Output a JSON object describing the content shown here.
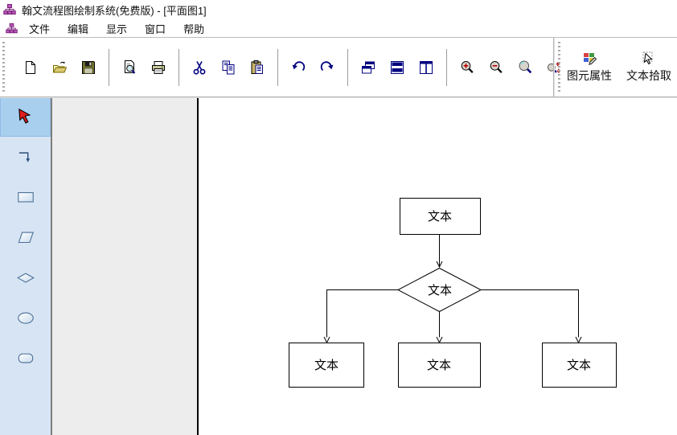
{
  "window": {
    "title": "翰文流程图绘制系统(免费版) - [平面图1]",
    "app_icon": "org-chart-icon"
  },
  "menubar": {
    "doc_icon": "org-chart-icon",
    "items": [
      {
        "label": "文件"
      },
      {
        "label": "编辑"
      },
      {
        "label": "显示"
      },
      {
        "label": "窗口"
      },
      {
        "label": "帮助"
      }
    ]
  },
  "toolbar": {
    "buttons": [
      {
        "name": "new",
        "icon": "new-icon"
      },
      {
        "name": "open",
        "icon": "open-folder-icon"
      },
      {
        "name": "save",
        "icon": "floppy-save-icon"
      },
      {
        "name": "print-preview",
        "icon": "print-preview-icon"
      },
      {
        "name": "print",
        "icon": "printer-icon"
      },
      {
        "name": "cut",
        "icon": "scissors-icon"
      },
      {
        "name": "copy",
        "icon": "copy-icon"
      },
      {
        "name": "paste",
        "icon": "paste-icon"
      },
      {
        "name": "undo",
        "icon": "undo-arrow-icon"
      },
      {
        "name": "redo",
        "icon": "redo-arrow-icon"
      },
      {
        "name": "cascade-windows",
        "icon": "cascade-windows-icon"
      },
      {
        "name": "tile-horizontal",
        "icon": "tile-horizontal-icon"
      },
      {
        "name": "tile-vertical",
        "icon": "tile-vertical-icon"
      },
      {
        "name": "zoom-in",
        "icon": "zoom-in-icon"
      },
      {
        "name": "zoom-out",
        "icon": "zoom-out-icon"
      },
      {
        "name": "zoom",
        "icon": "magnifier-icon"
      },
      {
        "name": "zoom-reset",
        "icon": "zoom-reset-icon"
      }
    ],
    "right_buttons": [
      {
        "label": "图元属性",
        "icon": "element-properties-icon"
      },
      {
        "label": "文本拾取",
        "icon": "text-pickup-icon"
      }
    ]
  },
  "sidebar": {
    "tools": [
      {
        "name": "select",
        "icon": "select-arrow-icon",
        "active": true
      },
      {
        "name": "connector",
        "icon": "connector-icon",
        "active": false
      },
      {
        "name": "rectangle",
        "icon": "rectangle-tool-icon",
        "active": false
      },
      {
        "name": "parallelogram",
        "icon": "parallelogram-tool-icon",
        "active": false
      },
      {
        "name": "diamond",
        "icon": "diamond-tool-icon",
        "active": false
      },
      {
        "name": "ellipse",
        "icon": "ellipse-tool-icon",
        "active": false
      },
      {
        "name": "rounded-rectangle",
        "icon": "rounded-rectangle-tool-icon",
        "active": false
      }
    ]
  },
  "canvas": {
    "nodes": [
      {
        "shape": "rectangle",
        "label": "文本"
      },
      {
        "shape": "diamond",
        "label": "文本"
      },
      {
        "shape": "rectangle",
        "label": "文本"
      },
      {
        "shape": "rectangle",
        "label": "文本"
      },
      {
        "shape": "rectangle",
        "label": "文本"
      }
    ]
  },
  "colors": {
    "sidebar_bg": "#d7e4f3",
    "sidebar_selected": "#a9cfee",
    "canvas_margin": "#ededed",
    "page_bg": "#ffffff",
    "shape_stroke": "#000000",
    "app_icon_purple": "#993399",
    "toolbar_icon_navy": "#000080"
  }
}
